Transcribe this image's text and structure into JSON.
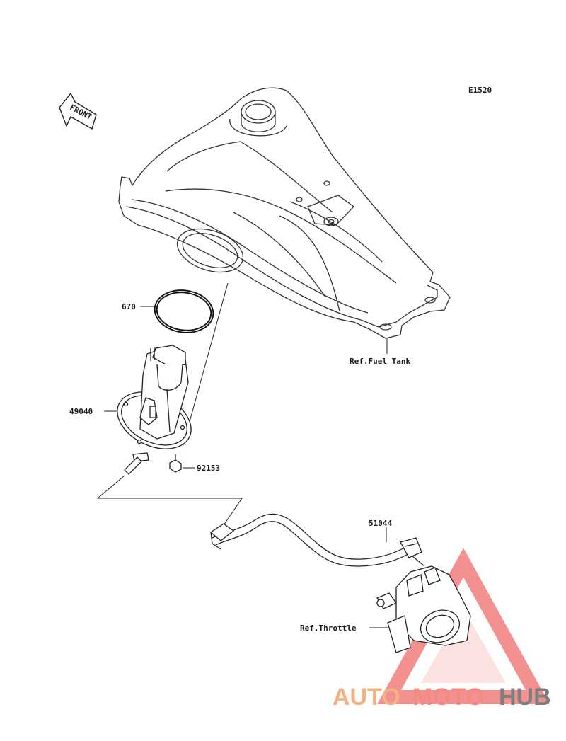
{
  "diagram_code": "E1520",
  "front_arrow_label": "FRONT",
  "parts": [
    {
      "id": "ring",
      "number": "670"
    },
    {
      "id": "pump",
      "number": "49040"
    },
    {
      "id": "bolt",
      "number": "92153"
    },
    {
      "id": "hose",
      "number": "51044"
    }
  ],
  "references": {
    "fuel_tank": "Ref.Fuel Tank",
    "throttle": "Ref.Throttle"
  },
  "watermark": {
    "part1": "AUTO",
    "part2": "MOTO",
    "part3": "HUB",
    "colors": {
      "orange": "#f4b183",
      "red": "#f28b82",
      "gray": "#7f7f7f"
    }
  }
}
